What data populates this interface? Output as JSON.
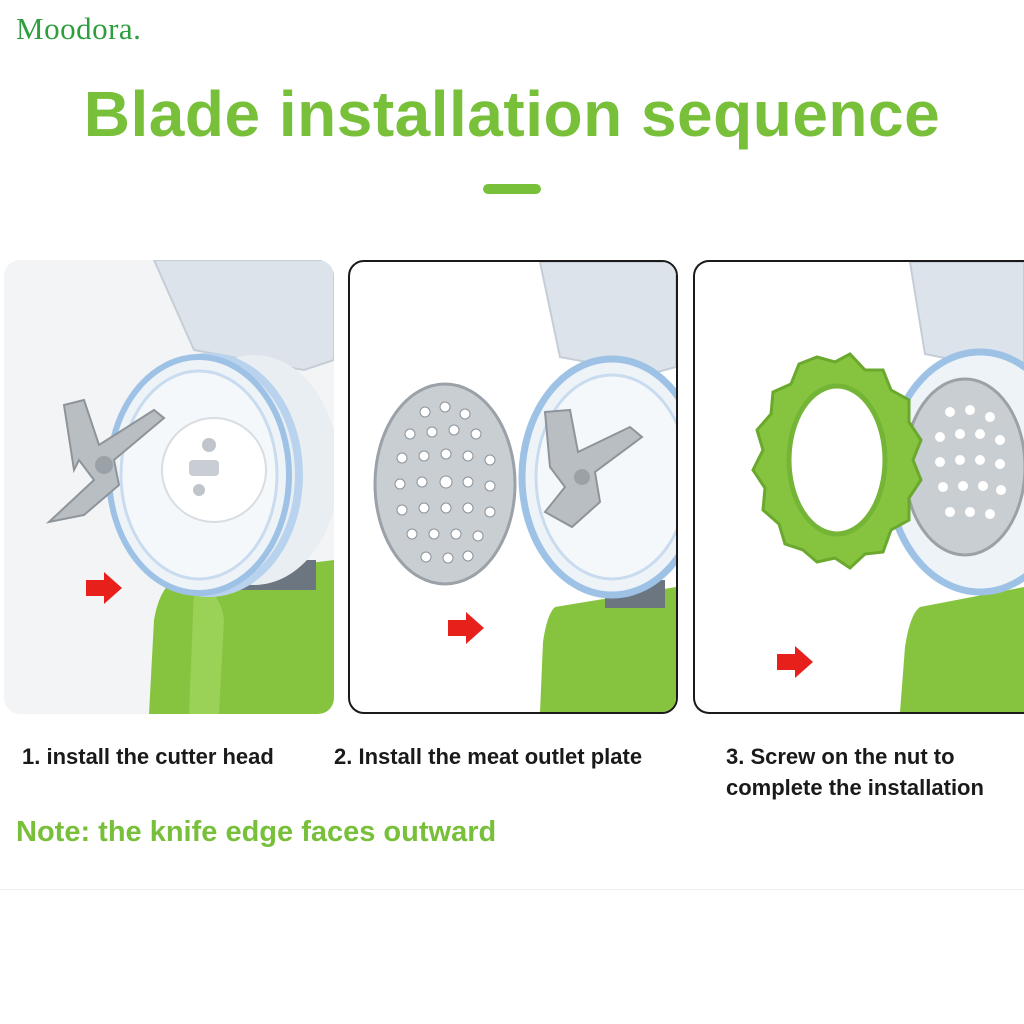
{
  "brand": {
    "logo_text": "Moodora."
  },
  "header": {
    "title": "Blade installation sequence"
  },
  "steps": [
    {
      "label": "1. install the cutter head"
    },
    {
      "label": "2. Install the meat outlet plate"
    },
    {
      "label": "3. Screw on the nut to complete the installation"
    }
  ],
  "note": {
    "text": "Note: the knife edge faces outward"
  },
  "colors": {
    "accent_green": "#78bf3a",
    "logo_green": "#2e9e3e",
    "arrow_red": "#e8201c",
    "caption_text": "#1a1a1a"
  },
  "icons": [
    "arrow-right-icon"
  ]
}
